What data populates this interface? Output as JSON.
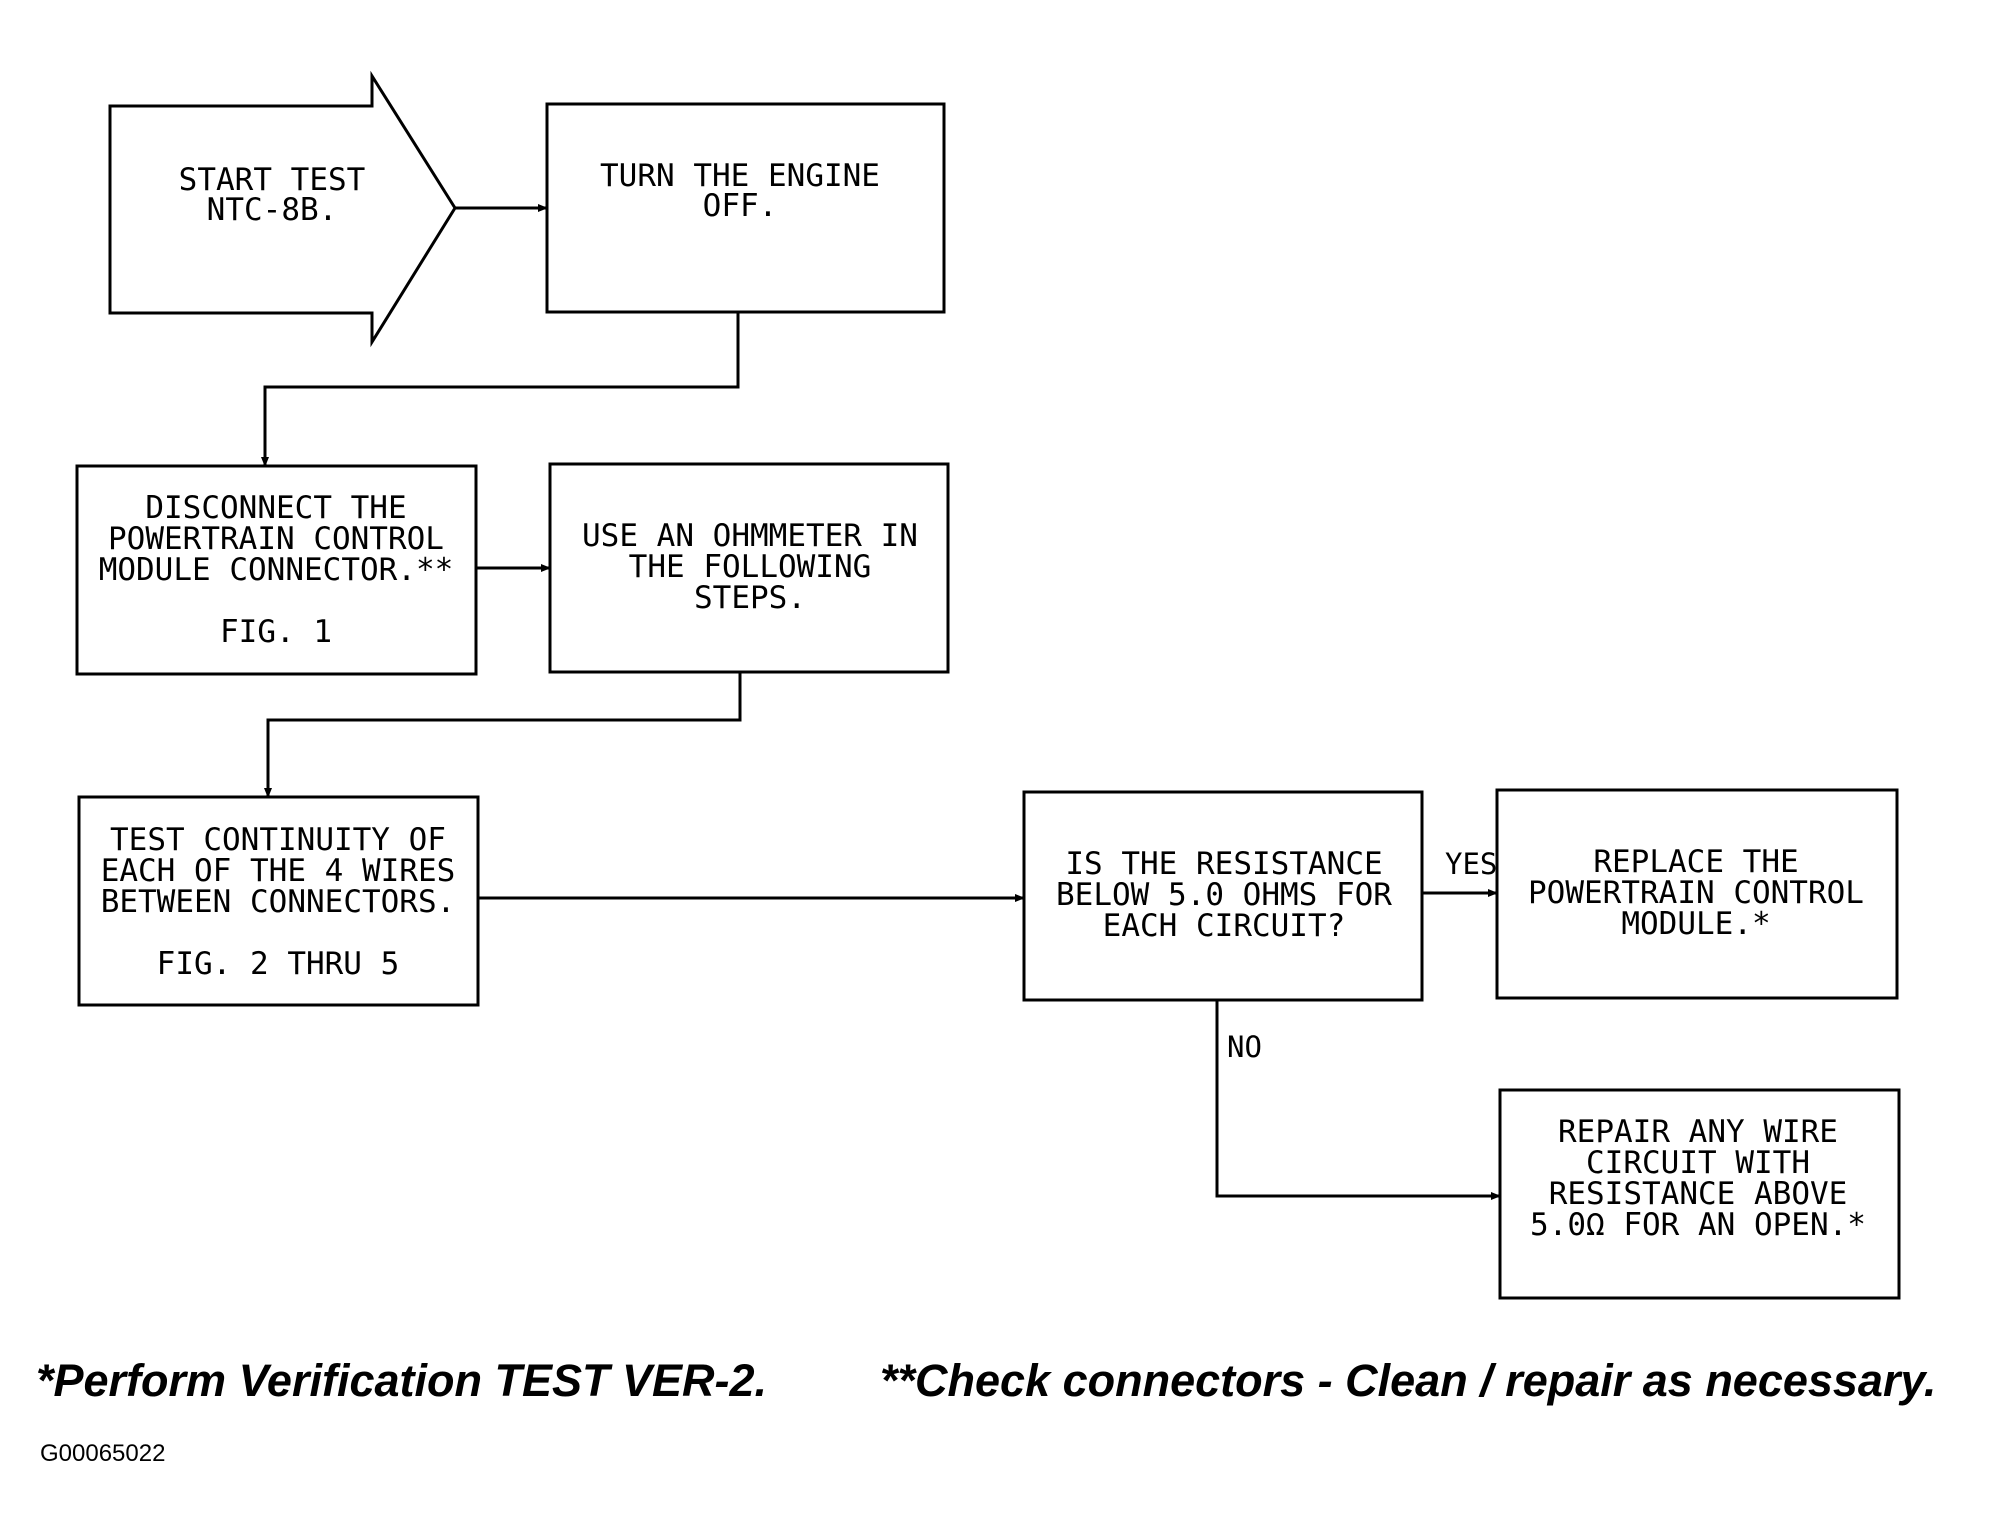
{
  "nodes": {
    "start": {
      "lines": [
        "START TEST",
        "NTC-8B."
      ]
    },
    "turn_off": {
      "lines": [
        "TURN THE ENGINE",
        "OFF."
      ]
    },
    "disconnect": {
      "lines": [
        "DISCONNECT THE",
        "POWERTRAIN CONTROL",
        "MODULE CONNECTOR.**",
        "",
        "FIG. 1"
      ]
    },
    "ohmmeter": {
      "lines": [
        "USE AN OHMMETER IN",
        "THE FOLLOWING",
        "STEPS."
      ]
    },
    "continuity": {
      "lines": [
        "TEST CONTINUITY OF",
        "EACH OF THE 4 WIRES",
        "BETWEEN CONNECTORS.",
        "",
        "FIG. 2 THRU 5"
      ]
    },
    "decision": {
      "lines": [
        "IS THE RESISTANCE",
        "BELOW 5.0 OHMS FOR",
        "EACH CIRCUIT?"
      ]
    },
    "replace": {
      "lines": [
        "REPLACE THE",
        "POWERTRAIN CONTROL",
        "MODULE.*"
      ]
    },
    "repair": {
      "lines": [
        "REPAIR ANY WIRE",
        "CIRCUIT WITH",
        "RESISTANCE ABOVE",
        "5.0Ω FOR AN OPEN.*"
      ]
    }
  },
  "edges": {
    "yes_label": "YES",
    "no_label": "NO"
  },
  "footnotes": {
    "verification": "*Perform Verification TEST VER-2.",
    "connectors": "**Check connectors - Clean / repair as necessary."
  },
  "figure_code": "G00065022"
}
